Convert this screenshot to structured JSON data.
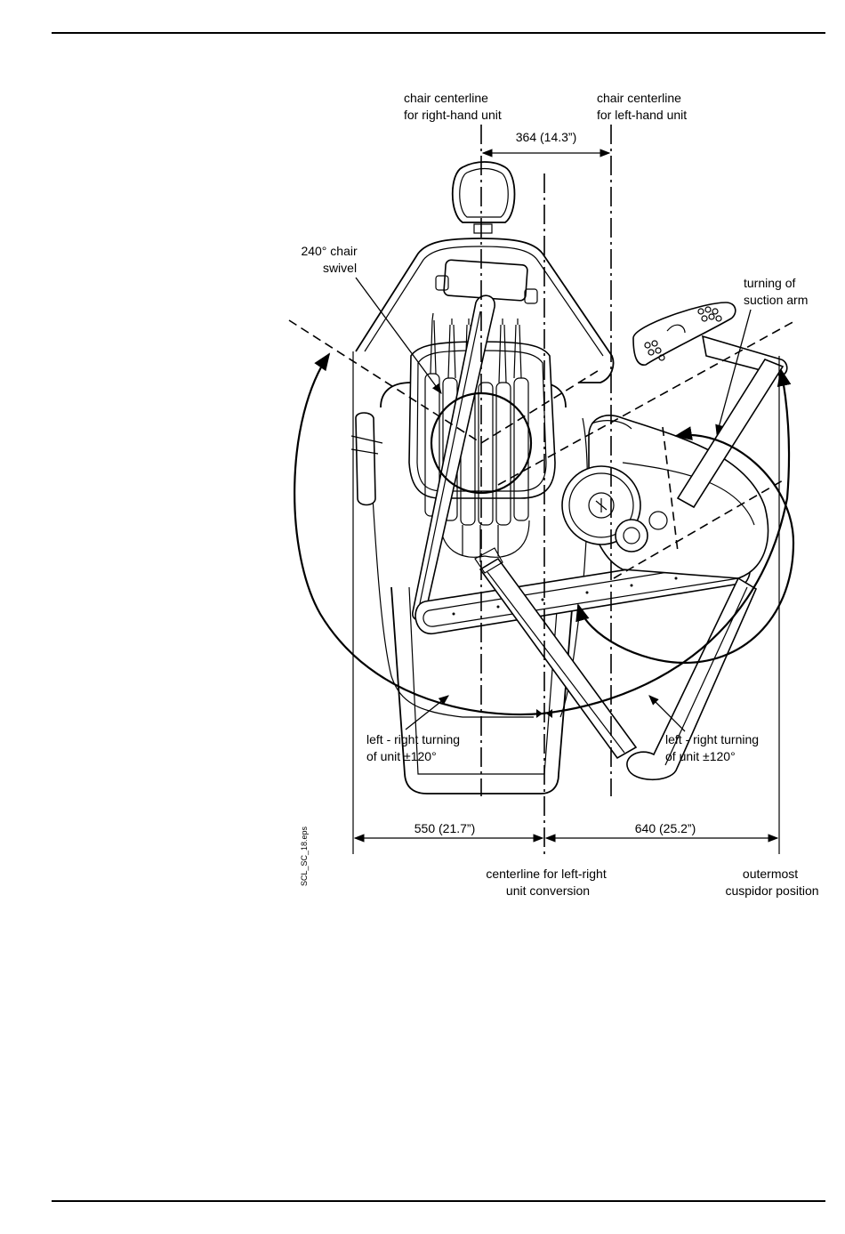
{
  "labels": {
    "chair_cl_right": [
      "chair centerline",
      "for right-hand unit"
    ],
    "chair_cl_left": [
      "chair centerline",
      "for left-hand unit"
    ],
    "swivel": [
      "240° chair",
      "swivel"
    ],
    "suction": [
      "turning of",
      "suction arm"
    ],
    "turning_left": [
      "left - right turning",
      "of unit ±120°"
    ],
    "turning_right": [
      "left - right turning",
      "of unit ±120°"
    ],
    "centerline_conversion": [
      "centerline for left-right",
      "unit conversion"
    ],
    "cuspidor": [
      "outermost",
      "cuspidor position"
    ],
    "file_id": "SCL_SC_18.eps"
  },
  "dimensions": {
    "top": "364 (14.3”)",
    "bottom_left": "550 (21.7”)",
    "bottom_right": "640 (25.2”)"
  }
}
